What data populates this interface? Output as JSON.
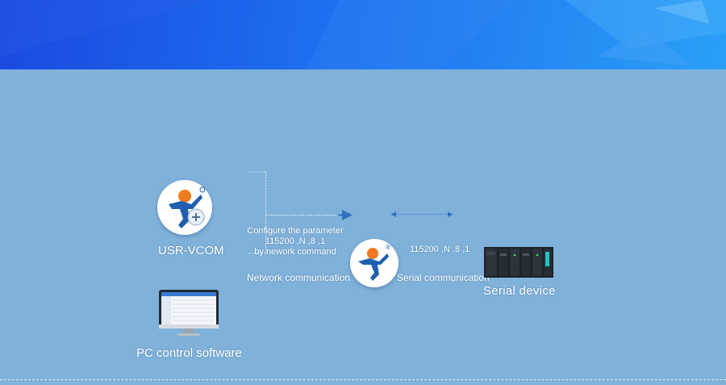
{
  "nodes": {
    "usr_vcom": {
      "label": "USR-VCOM"
    },
    "pc_software": {
      "label": "PC control software"
    },
    "module": {
      "badge": "®"
    },
    "serial_device": {
      "label": "Serial device"
    }
  },
  "edges": {
    "config": {
      "line1": "Configure the parameter",
      "line2": "115200 ,N ,8 ,1",
      "line3": "by nework command"
    },
    "network": {
      "label": "Network communication"
    },
    "serial": {
      "params": "115200 ,N ,8 ,1",
      "label": "Serial communication"
    }
  },
  "colors": {
    "background": "#7fb1d9",
    "banner_start": "#1a49e0",
    "banner_end": "#2a9ff6",
    "arrow": "#2d6fc0",
    "logo_orange": "#f07a1e",
    "logo_blue": "#1f5fae"
  },
  "icons": {
    "usr_vcom": "usr-vcom-logo-icon",
    "pc": "monitor-icon",
    "module": "usr-module-icon",
    "device": "plc-device-icon"
  }
}
